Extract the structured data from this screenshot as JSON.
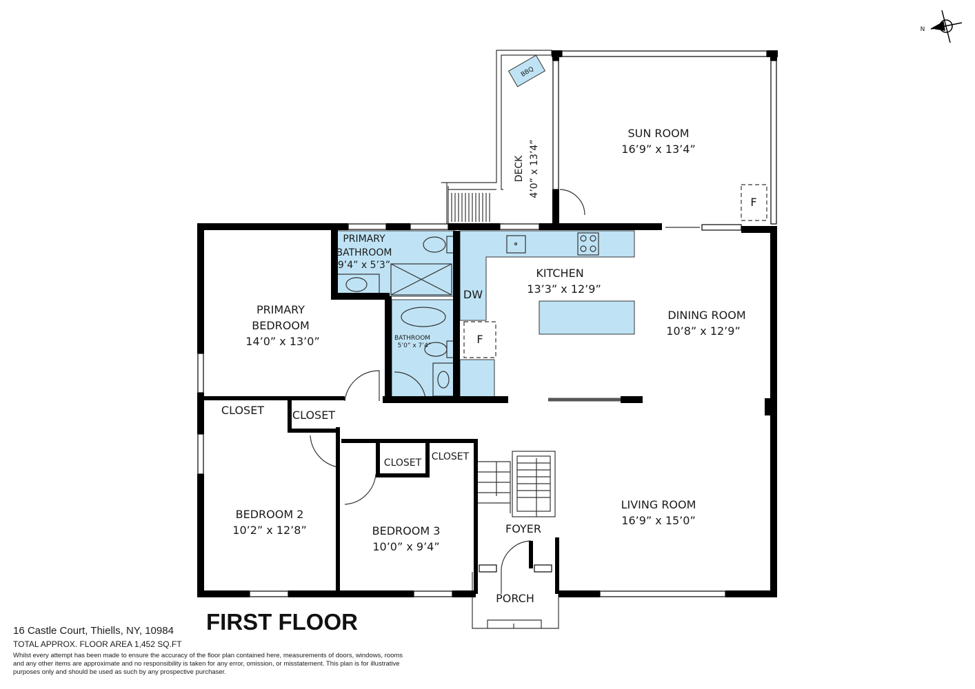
{
  "plan": {
    "title": "FIRST FLOOR",
    "compass_label": "N",
    "rooms": {
      "sun_room": {
        "name": "SUN ROOM",
        "dims": "16’9” x 13’4”"
      },
      "deck": {
        "name": "DECK",
        "dims": "4’0” x 13’4”"
      },
      "bbq": "BBQ",
      "primary_bathroom": {
        "name1": "PRIMARY",
        "name2": "BATHROOM",
        "dims": "9’4” x 5’3”"
      },
      "kitchen": {
        "name": "KITCHEN",
        "dims": "13’3” x 12’9”"
      },
      "dw": "DW",
      "dining_room": {
        "name": "DINING ROOM",
        "dims": "10’8” x 12’9”"
      },
      "primary_bedroom": {
        "name1": "PRIMARY",
        "name2": "BEDROOM",
        "dims": "14’0” x 13’0”"
      },
      "bathroom": {
        "name": "BATHROOM",
        "dims": "5’0” x 7’4”"
      },
      "fridge": "F",
      "closet_1": "CLOSET",
      "closet_2": "CLOSET",
      "closet_3": "CLOSET",
      "closet_4": "CLOSET",
      "bedroom_2": {
        "name": "BEDROOM 2",
        "dims": "10’2” x 12’8”"
      },
      "bedroom_3": {
        "name": "BEDROOM 3",
        "dims": "10’0” x 9’4”"
      },
      "foyer": "FOYER",
      "porch": "PORCH",
      "living_room": {
        "name": "LIVING ROOM",
        "dims": "16’9” x 15’0”"
      }
    },
    "colors": {
      "wet_area": "#bfe3f5",
      "wall": "#000000"
    }
  },
  "footer": {
    "address": "16 Castle Court, Thiells, NY, 10984",
    "area": "TOTAL APPROX. FLOOR AREA 1,452 SQ.FT",
    "disclaimer": "Whilst every attempt has been made to ensure the accuracy of the floor plan contained here, measurements of doors, windows, rooms and any other items are approximate and no responsibility is taken for any error, omission, or misstatement. This plan is for illustrative purposes only and should be used as such by any prospective purchaser."
  }
}
